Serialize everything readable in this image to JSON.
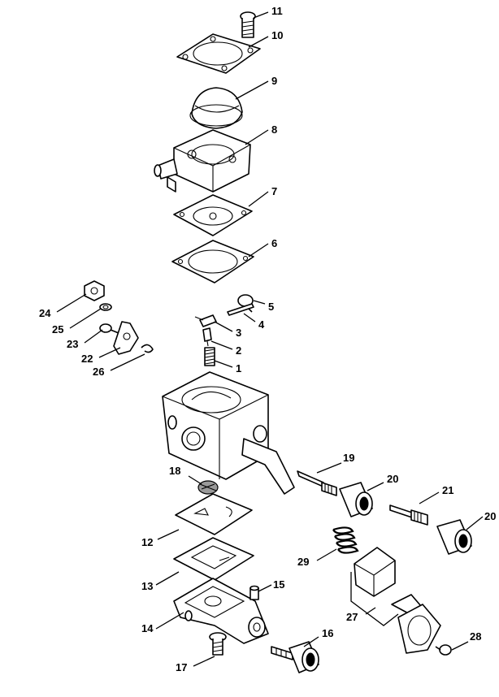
{
  "diagram": {
    "callouts": [
      {
        "id": "11",
        "text": "11"
      },
      {
        "id": "10",
        "text": "10"
      },
      {
        "id": "9",
        "text": "9"
      },
      {
        "id": "8",
        "text": "8"
      },
      {
        "id": "7",
        "text": "7"
      },
      {
        "id": "6",
        "text": "6"
      },
      {
        "id": "5",
        "text": "5"
      },
      {
        "id": "4",
        "text": "4"
      },
      {
        "id": "3",
        "text": "3"
      },
      {
        "id": "2",
        "text": "2"
      },
      {
        "id": "1",
        "text": "1"
      },
      {
        "id": "24",
        "text": "24"
      },
      {
        "id": "25",
        "text": "25"
      },
      {
        "id": "23",
        "text": "23"
      },
      {
        "id": "22",
        "text": "22"
      },
      {
        "id": "26",
        "text": "26"
      },
      {
        "id": "19",
        "text": "19"
      },
      {
        "id": "20a",
        "text": "20"
      },
      {
        "id": "21",
        "text": "21"
      },
      {
        "id": "20b",
        "text": "20"
      },
      {
        "id": "18",
        "text": "18"
      },
      {
        "id": "12",
        "text": "12"
      },
      {
        "id": "29",
        "text": "29"
      },
      {
        "id": "13",
        "text": "13"
      },
      {
        "id": "15",
        "text": "15"
      },
      {
        "id": "27",
        "text": "27"
      },
      {
        "id": "14",
        "text": "14"
      },
      {
        "id": "16",
        "text": "16"
      },
      {
        "id": "28",
        "text": "28"
      },
      {
        "id": "17",
        "text": "17"
      }
    ]
  }
}
